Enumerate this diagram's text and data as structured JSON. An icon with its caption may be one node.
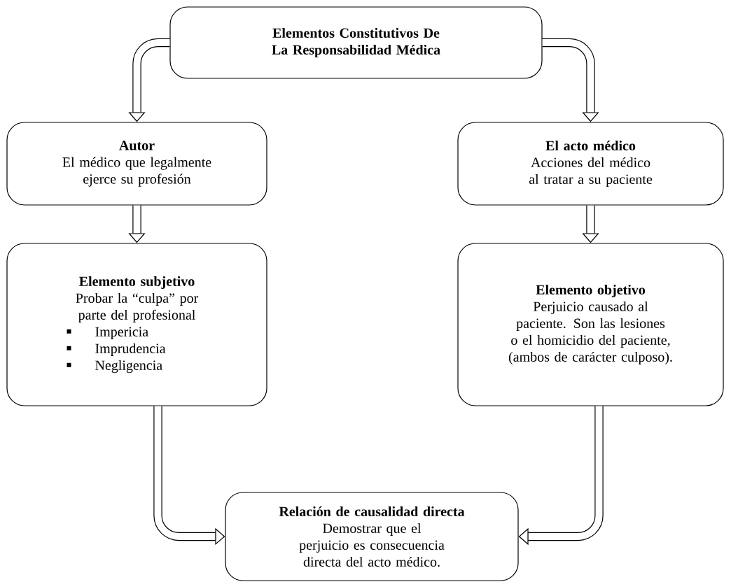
{
  "diagram": {
    "nodes": [
      {
        "text": [
          "Elementos Constitutivos De La Responsabilidad Médica"
        ]
      },
      {
        "text": [
          "Autor",
          "El médico que legalmente ejerce su profesión"
        ]
      },
      {
        "text": [
          "El acto médico",
          "Acciones del médico al tratar a su paciente"
        ]
      },
      {
        "text": [
          "Elemento subjetivo",
          "Probar la “culpa” por parte del profesional",
          "Impericia",
          "Imprudencia",
          "Negligencia"
        ]
      },
      {
        "text": [
          "Elemento objetivo",
          "Perjuicio causado al paciente. Son las lesiones o el homicidio del paciente, (ambos de carácter culposo)."
        ]
      },
      {
        "text": [
          "Relación de causalidad directa",
          "Demostrar que el perjuicio es consecuencia directa del acto médico."
        ]
      }
    ],
    "edges": [
      {
        "from": 0,
        "to": 1,
        "arrow": "to"
      },
      {
        "from": 0,
        "to": 2,
        "arrow": "to"
      },
      {
        "from": 1,
        "to": 3,
        "arrow": "to"
      },
      {
        "from": 2,
        "to": 4,
        "arrow": "to"
      },
      {
        "from": 3,
        "to": 5,
        "arrow": "to"
      },
      {
        "from": 4,
        "to": 5,
        "arrow": "to"
      }
    ]
  }
}
